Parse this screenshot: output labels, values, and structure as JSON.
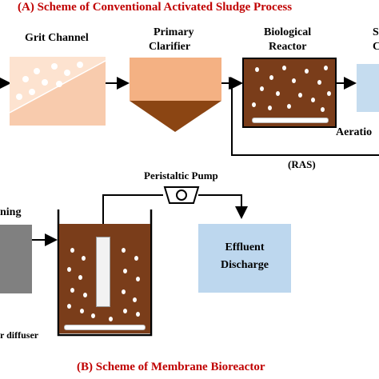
{
  "section_a": {
    "title": "(A) Scheme of Conventional Activated Sludge Process",
    "grit_channel": "Grit Channel",
    "primary_clarifier_line1": "Primary",
    "primary_clarifier_line2": "Clarifier",
    "biological_reactor_line1": "Biological",
    "biological_reactor_line2": "Reactor",
    "secondary_partial_1": "S",
    "secondary_partial_2": "C",
    "aeration_partial": "Aeratio",
    "ras_label": "(RAS)"
  },
  "section_b": {
    "title": "(B) Scheme of Membrane Bioreactor",
    "screening_partial": "ning",
    "peristaltic_pump": "Peristaltic Pump",
    "effluent_line1": "Effluent",
    "effluent_line2": "Discharge",
    "diffuser_partial": "r diffuser"
  },
  "colors": {
    "title": "#c00000",
    "grit_fill": "#f8cbad",
    "clarifier_fill": "#f4b183",
    "sludge": "#7a3d1a",
    "clarifier_cone": "#8b4513",
    "secondary_fill": "#c5dcef",
    "effluent_fill": "#bdd7ee",
    "screen_fill": "#808080"
  }
}
